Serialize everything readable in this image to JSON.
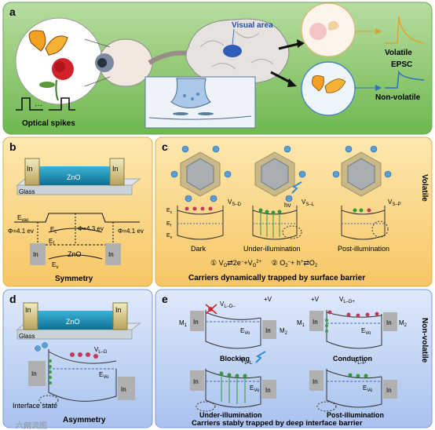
{
  "panel_a": {
    "label": "a",
    "visual_area": "Visual area",
    "volatile": "Volatile",
    "epsc": "EPSC",
    "non_volatile": "Non-volatile",
    "optical_spikes": "Optical spikes"
  },
  "panel_b": {
    "label": "b",
    "in_left": "In",
    "in_right": "In",
    "zno": "ZnO",
    "glass": "Glass",
    "evac": "E",
    "evac_sub": "vac",
    "ec": "E",
    "ec_sub": "c",
    "ef": "E",
    "ef_sub": "f",
    "ev": "E",
    "ev_sub": "v",
    "phi_left": "Φ=4.1 ev",
    "phi_mid": "Φ=4.3 ev",
    "phi_right": "Φ=4.1 ev",
    "in_band_left": "In",
    "in_band_right": "In",
    "zno_band": "ZnO",
    "caption": "Symmetry"
  },
  "panel_c": {
    "label": "c",
    "side_label": "Volatile",
    "vsd": "V",
    "vsd_sub": "S–D",
    "vsl": "V",
    "vsl_sub": "S–L",
    "vsp": "V",
    "vsp_sub": "S–P",
    "hv": "hν",
    "ec": "E",
    "ec_sub": "c",
    "ef": "E",
    "ef_sub": "f",
    "ev": "E",
    "ev_sub": "v",
    "dark": "Dark",
    "under": "Under-illumination",
    "post": "Post-illumination",
    "reaction1": "① V",
    "reaction1_b": "⇄2e",
    "reaction1_c": "+V",
    "reaction2": "② O",
    "reaction2_b": "+ h",
    "reaction2_c": "⇄O",
    "caption": "Carriers dynamically trapped by surface barrier"
  },
  "panel_d": {
    "label": "d",
    "in_top_left": "In",
    "in_top_right": "In",
    "zno": "ZnO",
    "glass": "Glass",
    "vld": "V",
    "vld_sub": "L–D",
    "evo": "E",
    "evo_sub": "Vo",
    "in_band_left": "In",
    "in_band_right": "In",
    "interface": "Interface state",
    "caption": "Asymmetry"
  },
  "panel_e": {
    "label": "e",
    "side_label": "Non-volatile",
    "blocking": "Blocking",
    "conduction": "Conduction",
    "under": "Under-illumination",
    "post": "Post-illumination",
    "vld_minus": "V",
    "vld_minus_sub": "L–D–",
    "vld_plus": "V",
    "vld_plus_sub": "L–D+",
    "vl": "V",
    "vl_sub": "L–L",
    "vlp": "V",
    "vlp_sub": "L–P",
    "plus_v": "+V",
    "m1": "M",
    "m1_sub": "1",
    "m2": "M",
    "m2_sub": "2",
    "in": "In",
    "evo": "E",
    "evo_sub": "Vo",
    "caption": "Carriers stably trapped by deep interface barrier"
  },
  "watermark": "六朗流图"
}
